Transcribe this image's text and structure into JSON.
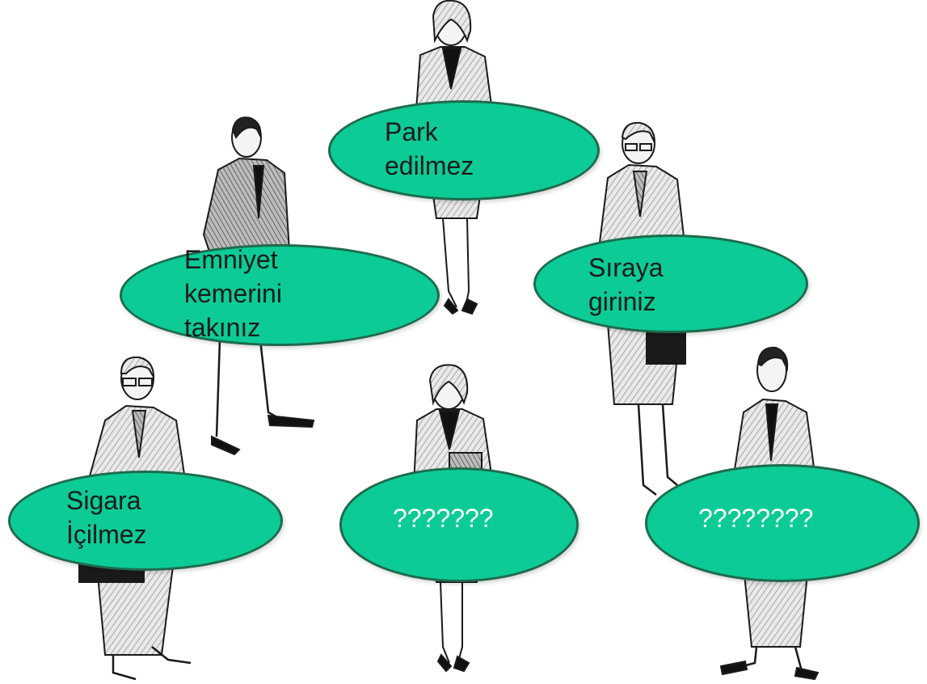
{
  "bubbles": {
    "park": "Park\nedilmez",
    "seatbelt": "Emniyet\nkemerini\ntakınız",
    "queue": "Sıraya\ngiriniz",
    "smoking": "Sigara\nİçilmez",
    "unknown_1": "???????",
    "unknown_2": "????????"
  },
  "colors": {
    "bubble_fill": "#0ccb96",
    "bubble_border": "#1e6b4c"
  },
  "figures": [
    "woman-figure-top",
    "man-figure-left",
    "man-figure-right",
    "man-figure-bottom-left",
    "woman-figure-bottom-center",
    "man-figure-bottom-right"
  ]
}
